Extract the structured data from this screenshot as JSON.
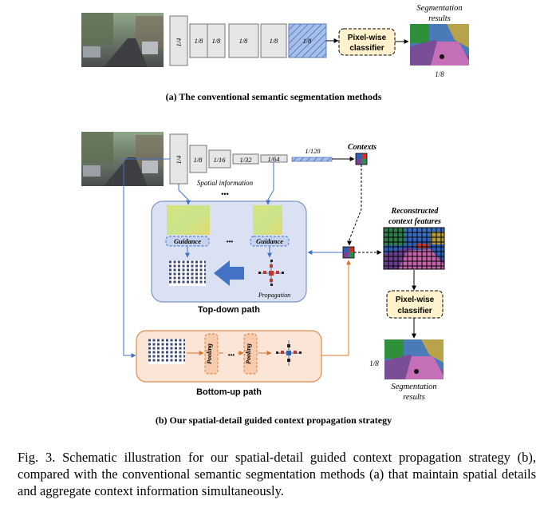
{
  "part_a": {
    "stage_labels": [
      "1/4",
      "1/8",
      "1/8",
      "1/8",
      "1/8",
      "1/8"
    ],
    "classifier": "Pixel-wise classifier",
    "classifier_lines": [
      "Pixel-wise",
      "classifier"
    ],
    "result_title": [
      "Segmentation",
      "results"
    ],
    "result_scale": "1/8",
    "caption": "(a) The conventional semantic segmentation methods"
  },
  "part_b": {
    "stage_labels": [
      "1/4",
      "1/8",
      "1/16",
      "1/32",
      "1/64"
    ],
    "context_scale": "1/128",
    "contexts_label": "Contexts",
    "spatial_info": "Spatial information",
    "ellipsis": "•••",
    "guidance": "Guidance",
    "propagation": "Propagation",
    "top_down": "Top-down path",
    "pooling": "Pooling",
    "bottom_up": "Bottom-up path",
    "reconstructed": [
      "Reconstructed",
      "context features"
    ],
    "classifier_lines": [
      "Pixel-wise",
      "classifier"
    ],
    "result_scale": "1/8",
    "result_title": [
      "Segmentation",
      "results"
    ],
    "caption": "(b) Our spatial-detail guided context propagation strategy"
  },
  "figure_caption": "Fig. 3.  Schematic illustration for our spatial-detail guided context propagation strategy (b), compared with the conventional semantic segmentation methods (a) that maintain spatial details and aggregate context information simultaneously.",
  "colors": {
    "top_down_fill": "#d9e1f2",
    "top_down_stroke": "#7f95c7",
    "bottom_up_fill": "#fbe5d6",
    "bottom_up_stroke": "#e08a50",
    "classifier_fill": "#fff2cc",
    "arrow_blue": "#4472c4",
    "arrow_orange": "#d9742b",
    "guidance_fill": "#c5d3ee"
  }
}
